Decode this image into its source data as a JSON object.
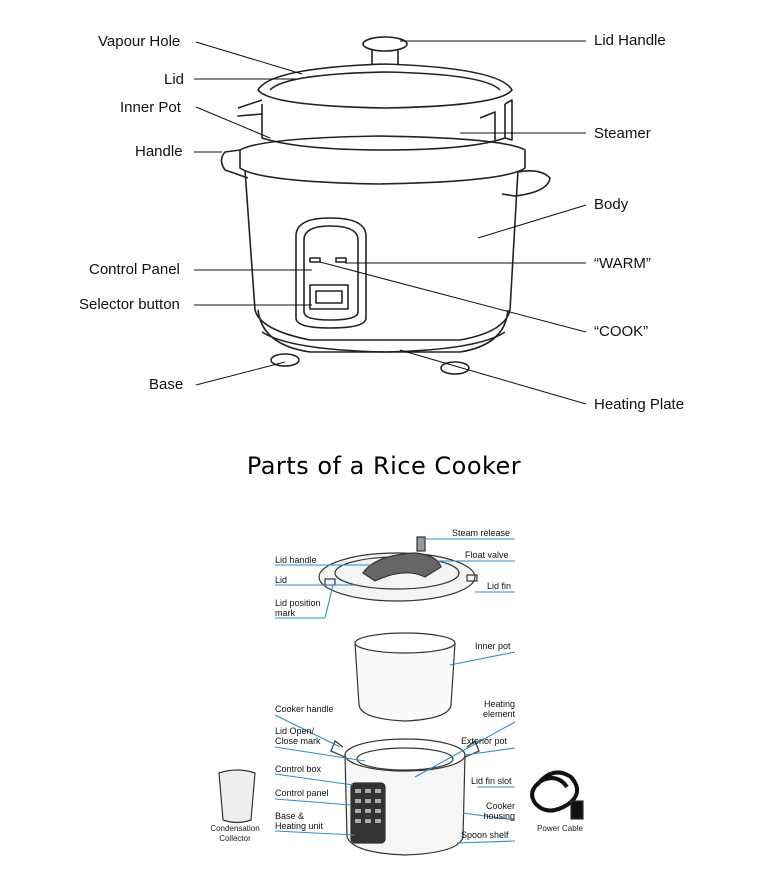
{
  "top_diagram": {
    "labels_left": [
      "Vapour Hole",
      "Lid",
      "Inner Pot",
      "Handle",
      "Control Panel",
      "Selector button",
      "Base"
    ],
    "labels_right": [
      "Lid Handle",
      "Steamer",
      "Body",
      "“WARM”",
      "“COOK”",
      "Heating Plate"
    ]
  },
  "caption": "Parts of a Rice Cooker",
  "bottom_diagram": {
    "labels_left": [
      "Lid handle",
      "Lid",
      "Lid position\nmark",
      "Cooker handle",
      "Lid Open/\nClose mark",
      "Control box",
      "Control panel",
      "Base &\nHeating unit"
    ],
    "labels_right": [
      "Steam release",
      "Float valve",
      "Lid fin",
      "Inner pot",
      "Heating\nelement",
      "Exterior pot",
      "Lid fin slot",
      "Cooker\nhousing",
      "Spoon shelf"
    ],
    "accessories": [
      "Condensation\nCollector",
      "Power Cable"
    ]
  },
  "colors": {
    "leader_top": "#111111",
    "leader_bottom": "#2a8fc8",
    "line_art": "#222222"
  }
}
